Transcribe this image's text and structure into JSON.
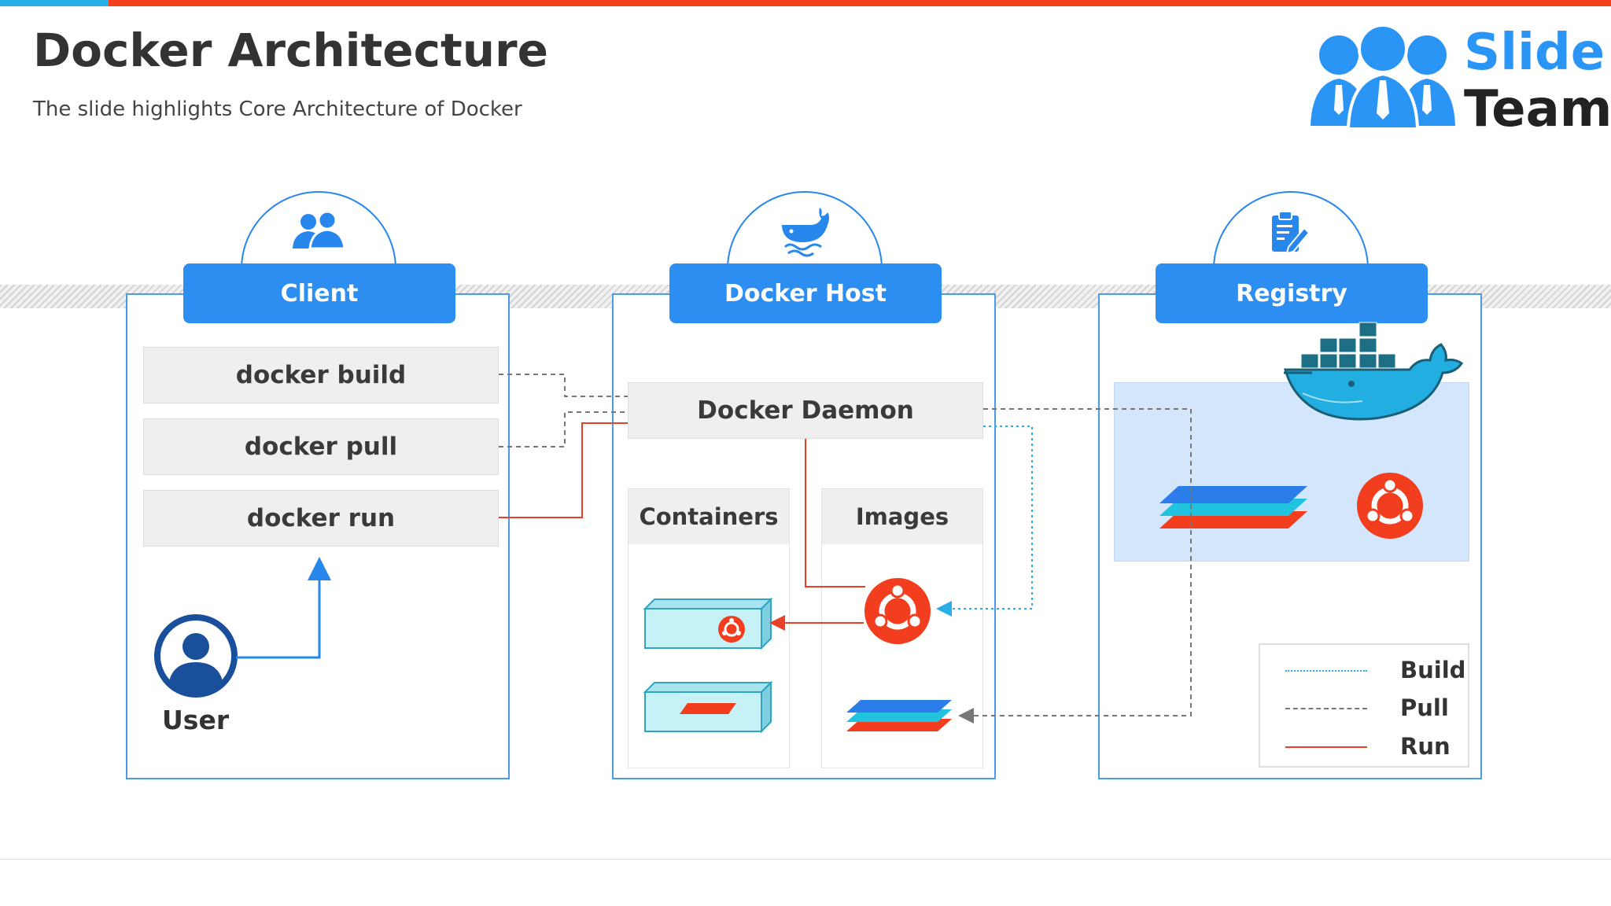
{
  "slide": {
    "title": "Docker Architecture",
    "subtitle": "The slide highlights Core Architecture of Docker"
  },
  "logo": {
    "line1": "Slide",
    "line2": "Team"
  },
  "sections": {
    "client": {
      "label": "Client",
      "icon": "users-icon"
    },
    "host": {
      "label": "Docker Host",
      "icon": "whale-icon"
    },
    "registry": {
      "label": "Registry",
      "icon": "clipboard-edit-icon"
    }
  },
  "client": {
    "commands": [
      "docker build",
      "docker pull",
      "docker run"
    ],
    "user_label": "User"
  },
  "host": {
    "daemon_label": "Docker Daemon",
    "containers_label": "Containers",
    "images_label": "Images"
  },
  "legend": {
    "items": [
      {
        "label": "Build",
        "color": "#29aee6",
        "style": "dotted"
      },
      {
        "label": "Pull",
        "color": "#777777",
        "style": "dashed"
      },
      {
        "label": "Run",
        "color": "#e8412a",
        "style": "solid"
      }
    ]
  },
  "colors": {
    "accent_red": "#f4401f",
    "accent_blue": "#2b8ef0",
    "accent_cyan": "#29aee6",
    "panel_border": "#4a9be8",
    "ubuntu_orange": "#f23d1e"
  }
}
